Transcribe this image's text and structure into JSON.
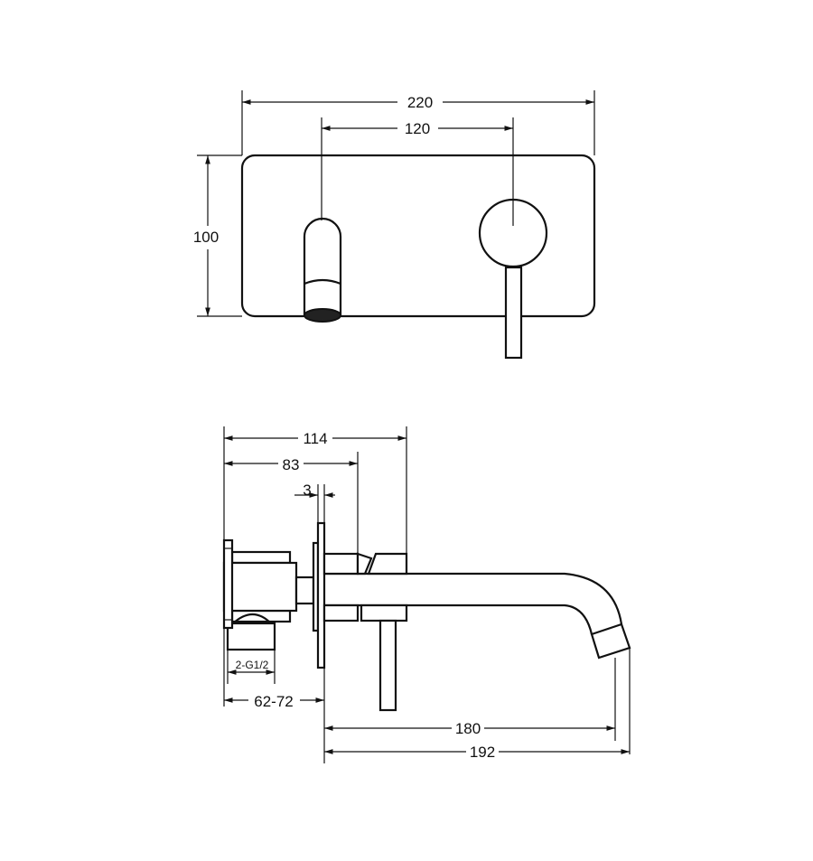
{
  "front_view": {
    "dims": {
      "overall_width": "220",
      "center_spacing": "120",
      "height": "100"
    }
  },
  "side_view": {
    "dims": {
      "body_depth": "114",
      "handle_depth": "83",
      "plate_thickness": "3",
      "inlet_thread": "2-G1/2",
      "wall_range": "62-72",
      "spout_reach": "180",
      "spout_overall": "192"
    }
  },
  "colors": {
    "line": "#111111",
    "background": "#ffffff"
  }
}
